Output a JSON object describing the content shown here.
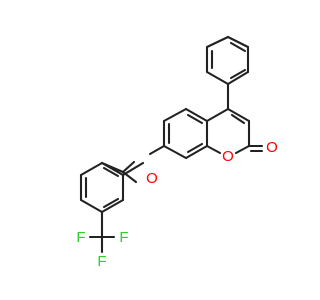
{
  "colors": {
    "bond": "#222222",
    "oxygen": "#ff0000",
    "fluorine": "#33cc33",
    "background": "#ffffff"
  },
  "atom_labels": {
    "ether_oxygen": "O",
    "ring_oxygen": "O",
    "carbonyl_oxygen": "O",
    "fluorine_left": "F",
    "fluorine_bottom": "F",
    "fluorine_right": "F"
  }
}
